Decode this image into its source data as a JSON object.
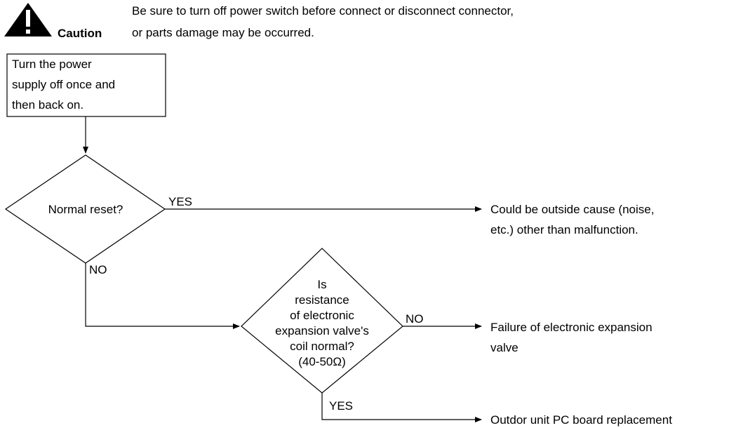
{
  "caution": {
    "label": "Caution",
    "message_lines": [
      "Be sure to turn off power switch before connect or disconnect connector,",
      "or parts damage may be occurred."
    ]
  },
  "start_box": {
    "lines": [
      "Turn the power",
      "supply off once and",
      "then back on."
    ]
  },
  "decision_1": {
    "lines": [
      "Normal reset?"
    ],
    "yes_label": "YES",
    "no_label": "NO"
  },
  "result_1": {
    "lines": [
      "Could be outside cause (noise,",
      "etc.) other than malfunction."
    ]
  },
  "decision_2": {
    "lines": [
      "Is",
      "resistance",
      "of electronic",
      "expansion valve's",
      "coil normal?",
      "(40-50Ω)"
    ],
    "no_label": "NO",
    "yes_label": "YES"
  },
  "result_2": {
    "lines": [
      "Failure of electronic expansion",
      "valve"
    ]
  },
  "result_3": {
    "lines": [
      "Outdor unit PC board replacement"
    ]
  }
}
